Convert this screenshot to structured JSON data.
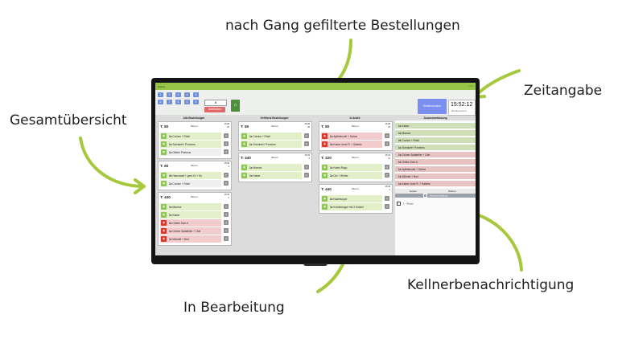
{
  "annotations": {
    "top": "nach Gang gefilterte Bestellungen",
    "left": "Gesamtübersicht",
    "right": "Zeitangabe",
    "bottom_right": "Kellnerbenachrichtigung",
    "bottom": "In Bearbeitung"
  },
  "app": {
    "title": "Kellner",
    "window_controls": "– □ ×"
  },
  "keypad": {
    "numbers": [
      "1",
      "2",
      "3",
      "4",
      "5",
      "6",
      "7",
      "8",
      "9",
      "0"
    ]
  },
  "toolbar": {
    "input_value": "0",
    "abort_label": "Abbrechen",
    "home_icon": "⌂",
    "request_label": "Kinderwunsch",
    "clock_time": "15:52:12",
    "clock_sub": "Montag Heute 9"
  },
  "columns": {
    "all": "Alle Bestellungen",
    "filtered": "Gefilterte Bestellungen",
    "in_work": "In Arbeit",
    "summary": "Zusammenfassung"
  },
  "all_orders": [
    {
      "table": "T: 80",
      "waiter": "Simon",
      "time": "15:28",
      "num": "20",
      "items": [
        {
          "qty": "1x",
          "text": "Cordon + Rösti",
          "badge": "green",
          "status": "green"
        },
        {
          "qty": "1x",
          "text": "Schnitzel+ Pommes",
          "badge": "green",
          "status": "green"
        },
        {
          "qty": "1x",
          "text": "Ofeleh Prisheus",
          "badge": "green",
          "status": "grey"
        }
      ]
    },
    {
      "table": "T: 60",
      "waiter": "Simon",
      "time": "15:40",
      "num": "3",
      "items": [
        {
          "qty": "2x",
          "text": "Hausrandl + gest. Kr + Kn",
          "badge": "green",
          "status": "green"
        },
        {
          "qty": "1x",
          "text": "Cordon + Rösti",
          "badge": "green",
          "status": "grey"
        }
      ]
    },
    {
      "table": "T: 440",
      "waiter": "Simon",
      "time": "15:43",
      "num": "2",
      "items": [
        {
          "qty": "1x",
          "text": "Marmor",
          "badge": "green",
          "status": "green"
        },
        {
          "qty": "1x",
          "text": "Kaiser",
          "badge": "green",
          "status": "green"
        },
        {
          "qty": "1x",
          "text": "Ortleih Schi-K",
          "badge": "red",
          "status": "red"
        },
        {
          "qty": "1x",
          "text": "Grüner Salatteller + 10er",
          "badge": "red",
          "status": "red"
        },
        {
          "qty": "1x",
          "text": "Würstel + Brot",
          "badge": "red",
          "status": "red"
        }
      ]
    }
  ],
  "filtered_orders": [
    {
      "table": "T: 80",
      "waiter": "Simon",
      "time": "15:28",
      "num": "20",
      "items": [
        {
          "qty": "1x",
          "text": "Cordon + Rösti",
          "badge": "green",
          "status": "green"
        },
        {
          "qty": "1x",
          "text": "Schnitzel+ Pommes",
          "badge": "green",
          "status": "green"
        }
      ]
    },
    {
      "table": "T: 440",
      "waiter": "Simon",
      "time": "15:43",
      "num": "2",
      "items": [
        {
          "qty": "1x",
          "text": "Marmor",
          "badge": "green",
          "status": "green"
        },
        {
          "qty": "1x",
          "text": "Kaiser",
          "badge": "green",
          "status": "green"
        }
      ]
    }
  ],
  "in_work_orders": [
    {
      "table": "T: 80",
      "waiter": "Simon",
      "time": "15:28",
      "num": "23",
      "items": [
        {
          "qty": "1x",
          "text": "Apfelstrudel + Sahne",
          "badge": "red",
          "status": "red"
        },
        {
          "qty": "1x",
          "text": "Kaiser ohne R. + Salzbts",
          "badge": "red",
          "status": "red"
        }
      ]
    },
    {
      "table": "T: 220",
      "waiter": "Simon",
      "time": "15:41",
      "num": "11",
      "items": [
        {
          "qty": "1x",
          "text": "Nudel-Ragu",
          "badge": "green",
          "status": "green"
        },
        {
          "qty": "1x",
          "text": "Gin + Wörter",
          "badge": "green",
          "status": "green"
        }
      ]
    },
    {
      "table": "T: 440",
      "waiter": "Simon",
      "time": "15:43",
      "num": "1",
      "items": [
        {
          "qty": "1x",
          "text": "Nudelsuppe",
          "badge": "green",
          "status": "green"
        },
        {
          "qty": "1x",
          "text": "Knödelsuppe mit 3 Knödel",
          "badge": "green",
          "status": "green"
        }
      ]
    }
  ],
  "summary": [
    {
      "qty": "1x",
      "text": "Kaiser",
      "status": "green"
    },
    {
      "qty": "1x",
      "text": "Marmor",
      "status": "green"
    },
    {
      "qty": "2x",
      "text": "Cordon + Rösti",
      "status": "green"
    },
    {
      "qty": "1x",
      "text": "Schnitzel+ Pommes",
      "status": "green"
    },
    {
      "qty": "1x",
      "text": "Grüner Salatteller + 10er",
      "status": "red"
    },
    {
      "qty": "1x",
      "text": "Ortleih Schi-K",
      "status": "red"
    },
    {
      "qty": "1x",
      "text": "Apfelstrudel + Sahne",
      "status": "red"
    },
    {
      "qty": "1x",
      "text": "Würstel + Brot",
      "status": "red"
    },
    {
      "qty": "1x",
      "text": "Kaiser ohne R. + Salzbts",
      "status": "red"
    }
  ],
  "notifications": {
    "tab_left": "Gehen",
    "tab_right": "Parken",
    "bar_label": "Benachrichtigung",
    "items": [
      "1 - Simon"
    ]
  },
  "colors": {
    "accent_green": "#95c447",
    "arrow_green": "#a6c83c",
    "status_red": "#d9372b",
    "keypad_blue": "#6f8fd6"
  }
}
